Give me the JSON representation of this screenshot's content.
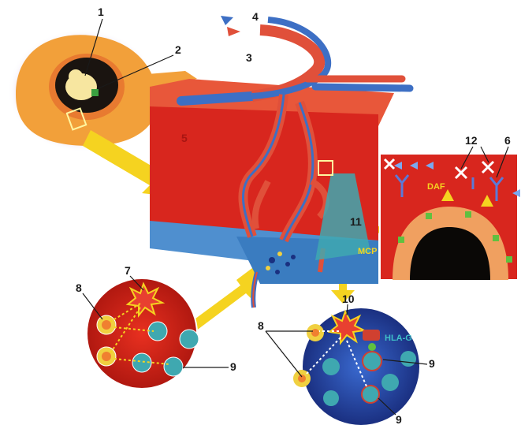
{
  "labels": {
    "n1": "1",
    "n2": "2",
    "n3": "3",
    "n4": "4",
    "n5": "5",
    "n6": "6",
    "n7": "7",
    "n8a": "8",
    "n8b": "8",
    "n9a": "9",
    "n9b": "9",
    "n9c": "9",
    "n10": "10",
    "n11": "11",
    "n12": "12",
    "daf": "DAF",
    "mcp": "MCP",
    "hla": "HLA-G"
  },
  "colors": {
    "tissue_red": "#d8261e",
    "tissue_dark": "#a81512",
    "vessel_red": "#e0503a",
    "vessel_blue": "#3d6fc4",
    "base_blue": "#4f8fcf",
    "embryo_orange": "#f2a03a",
    "embryo_halo": "#6a3aa0",
    "arrow_yellow": "#f5d320",
    "cell_teal": "#3fa8b0",
    "cell_yellow": "#f0d040",
    "inset_blue": "#1e3f9a"
  }
}
